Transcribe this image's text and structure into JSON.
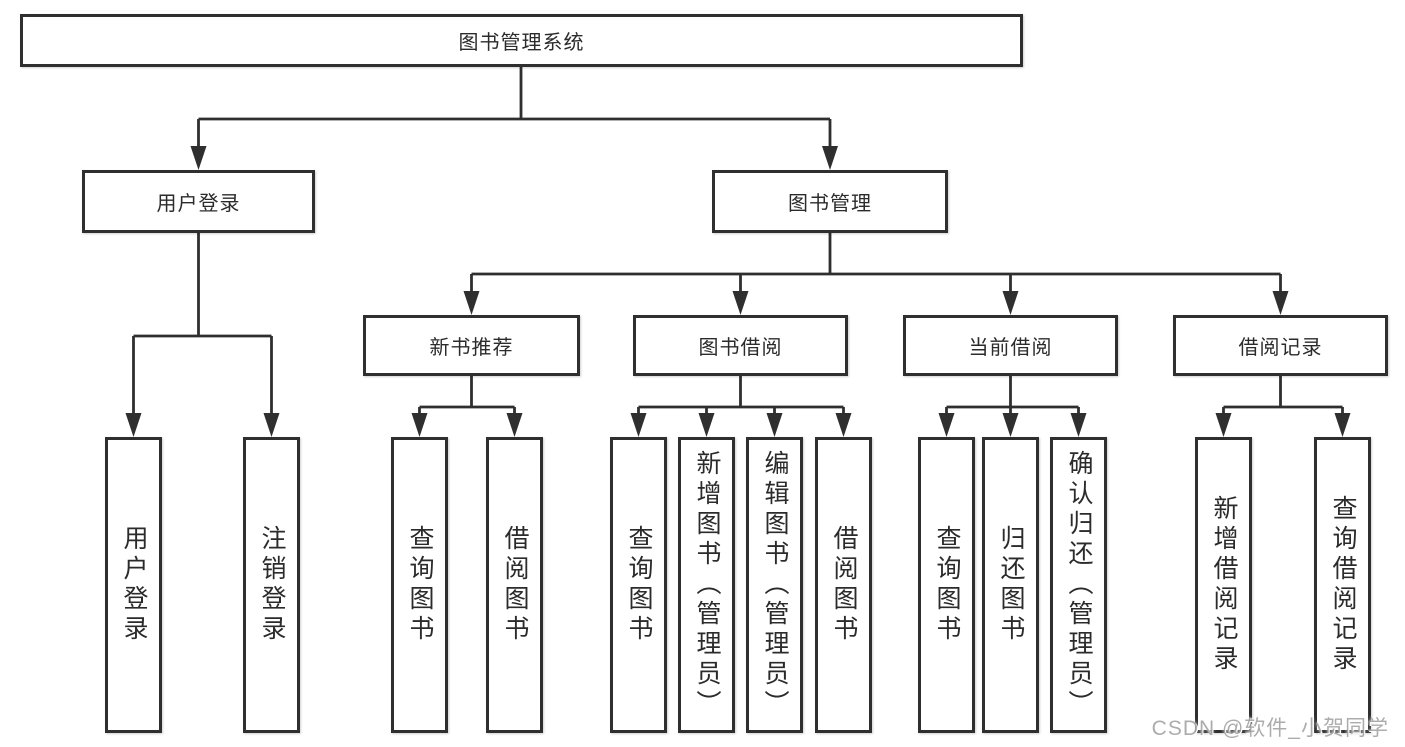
{
  "tree": {
    "label": "图书管理系统",
    "children": [
      {
        "label": "用户登录",
        "children": [
          {
            "label": "用户登录"
          },
          {
            "label": "注销登录"
          }
        ]
      },
      {
        "label": "图书管理",
        "children": [
          {
            "label": "新书推荐",
            "children": [
              {
                "label": "查询图书"
              },
              {
                "label": "借阅图书"
              }
            ]
          },
          {
            "label": "图书借阅",
            "children": [
              {
                "label": "查询图书"
              },
              {
                "label": "新增图书（管理员）"
              },
              {
                "label": "编辑图书（管理员）"
              },
              {
                "label": "借阅图书"
              }
            ]
          },
          {
            "label": "当前借阅",
            "children": [
              {
                "label": "查询图书"
              },
              {
                "label": "归还图书"
              },
              {
                "label": "确认归还（管理员）"
              }
            ]
          },
          {
            "label": "借阅记录",
            "children": [
              {
                "label": "新增借阅记录"
              },
              {
                "label": "查询借阅记录"
              }
            ]
          }
        ]
      }
    ]
  },
  "watermark": {
    "text": "CSDN @软件_小贺同学"
  },
  "colors": {
    "line": "#2f2f2f",
    "text": "#2b2b2b",
    "background": "#ffffff",
    "watermark": "#9e9e9e"
  }
}
